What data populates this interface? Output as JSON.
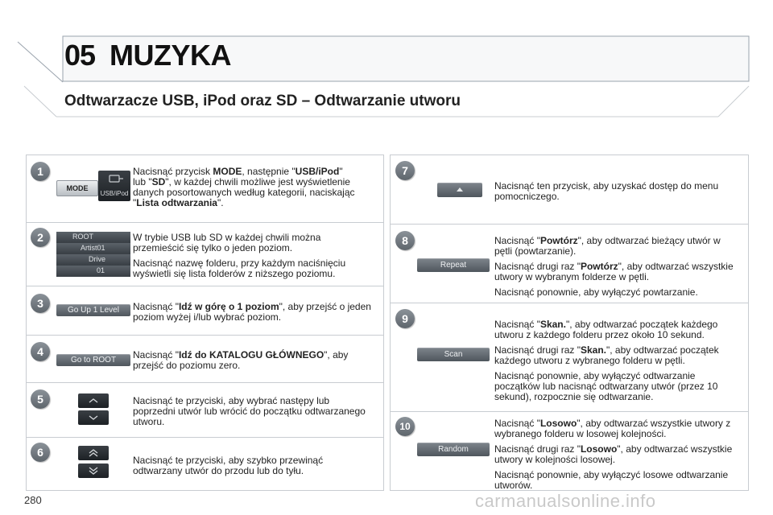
{
  "header": {
    "chapter_number": "05",
    "chapter_title": "MUZYKA"
  },
  "subtitle": "Odtwarzacze USB, iPod oraz SD – Odtwarzanie utworu",
  "page_number": "280",
  "watermark": "carmanualsonline.info",
  "steps": {
    "s1": {
      "number": "1",
      "mode_label": "MODE",
      "usb_label": "USB/iPod",
      "text": [
        "Nacisnąć przycisk ",
        "MODE",
        ", następnie \"",
        "USB/iPod",
        "\"",
        " lub \"",
        "SD",
        "\", w każdej chwili możliwe jest wyświetlenie danych posortowanych według kategorii, naciskając \"",
        "Lista odtwarzania",
        "\"."
      ]
    },
    "s2": {
      "number": "2",
      "rows": [
        "ROOT",
        "Artist01",
        "Drive",
        "01"
      ],
      "p1": "W trybie USB lub SD w każdej chwili można przemieścić się tylko o jeden poziom.",
      "p2": "Nacisnąć nazwę folderu, przy każdym naciśnięciu wyświetli się lista folderów z niższego poziomu."
    },
    "s3": {
      "number": "3",
      "button": "Go Up 1 Level",
      "pre": "Nacisnąć \"",
      "bold": "Idź w górę o 1 poziom",
      "post": "\", aby przejść o jeden poziom wyżej i/lub wybrać poziom."
    },
    "s4": {
      "number": "4",
      "button": "Go to ROOT",
      "pre": "Nacisnąć \"",
      "bold": "Idź do KATALOGU GŁÓWNEGO",
      "post": "\", aby przejść do poziomu zero."
    },
    "s5": {
      "number": "5",
      "text": "Nacisnąć te przyciski, aby wybrać następy lub poprzedni utwór lub wrócić do początku odtwarzanego utworu."
    },
    "s6": {
      "number": "6",
      "text": "Nacisnąć te przyciski, aby szybko przewinąć odtwarzany utwór do przodu lub do tyłu."
    },
    "s7": {
      "number": "7",
      "text": "Nacisnąć ten przycisk, aby uzyskać dostęp do menu pomocniczego."
    },
    "s8": {
      "number": "8",
      "button": "Repeat",
      "p1_pre": "Nacisnąć \"",
      "p1_bold": "Powtórz",
      "p1_post": "\", aby odtwarzać bieżący utwór w pętli (powtarzanie).",
      "p2_pre": "Nacisnąć drugi raz \"",
      "p2_bold": "Powtórz",
      "p2_post": "\", aby odtwarzać wszystkie utwory w wybranym folderze w pętli.",
      "p3": "Nacisnąć ponownie, aby wyłączyć powtarzanie."
    },
    "s9": {
      "number": "9",
      "button": "Scan",
      "p1_pre": "Nacisnąć \"",
      "p1_bold": "Skan.",
      "p1_post": "\", aby odtwarzać początek każdego utworu z każdego folderu przez około 10 sekund.",
      "p2_pre": "Nacisnąć drugi raz \"",
      "p2_bold": "Skan.",
      "p2_post": "\", aby odtwarzać początek każdego utworu z wybranego folderu w pętli.",
      "p3": "Nacisnąć ponownie, aby wyłączyć odtwarzanie początków lub nacisnąć odtwarzany utwór (przez 10 sekund), rozpocznie się odtwarzanie."
    },
    "s10": {
      "number": "10",
      "button": "Random",
      "p1_pre": "Nacisnąć \"",
      "p1_bold": "Losowo",
      "p1_post": "\", aby odtwarzać wszystkie utwory z wybranego folderu w losowej kolejności.",
      "p2_pre": "Nacisnąć drugi raz \"",
      "p2_bold": "Losowo",
      "p2_post": "\", aby odtwarzać wszystkie utwory w kolejności losowej.",
      "p3": "Nacisnąć ponownie, aby wyłączyć losowe odtwarzanie utworów."
    }
  }
}
